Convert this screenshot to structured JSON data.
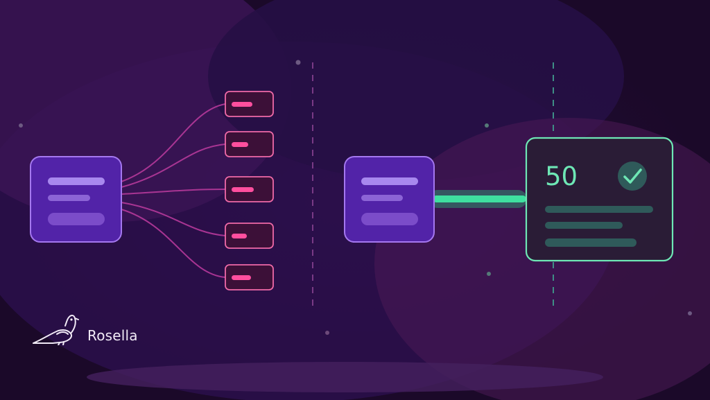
{
  "brand": {
    "name": "Rosella",
    "logo_icon": "bird-icon"
  },
  "result_card": {
    "score": "50",
    "status_icon": "check-circle-icon"
  },
  "colors": {
    "background": "#1d0b2c",
    "node_fill": "#4a24a0",
    "node_border": "#a578f0",
    "output_border": "#f06aa8",
    "output_bar": "#ff4f9e",
    "accent_green": "#6ee7b5",
    "connector_green": "#3fe0a0"
  },
  "diagram": {
    "left_outputs": 5
  }
}
